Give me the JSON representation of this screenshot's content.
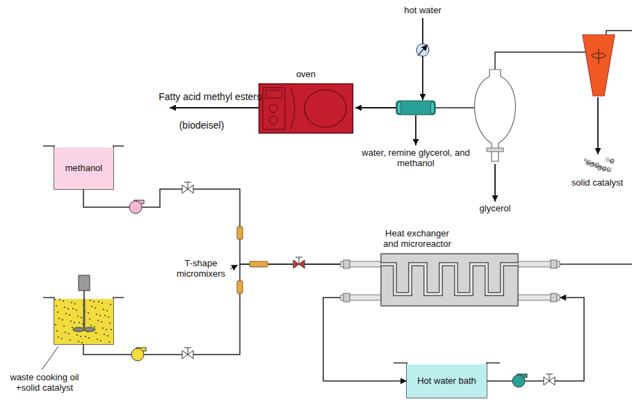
{
  "diagram": {
    "nodes": [
      {
        "text": [
          "methanol"
        ]
      },
      {
        "text": [
          "waste cooking oil +solid catalyst"
        ]
      },
      {
        "text": [
          "Heat exchanger and microreactor"
        ]
      },
      {
        "text": [
          "Hot water bath"
        ]
      },
      {
        "text": [
          "oven"
        ]
      }
    ],
    "edges": [
      {
        "from": 0,
        "to": 2,
        "arrow": "none"
      },
      {
        "from": 1,
        "to": 2,
        "arrow": "none"
      },
      {
        "from": 2,
        "to": 3,
        "arrow": "to"
      },
      {
        "from": 3,
        "to": 2,
        "arrow": "to"
      }
    ],
    "labels": [
      "hot water",
      "Fatty acid methyl esters",
      "(biodeisel)",
      "water, remine glycerol, and methanol",
      "glycerol",
      "solid catalyst",
      "T-shape micromixers"
    ]
  }
}
